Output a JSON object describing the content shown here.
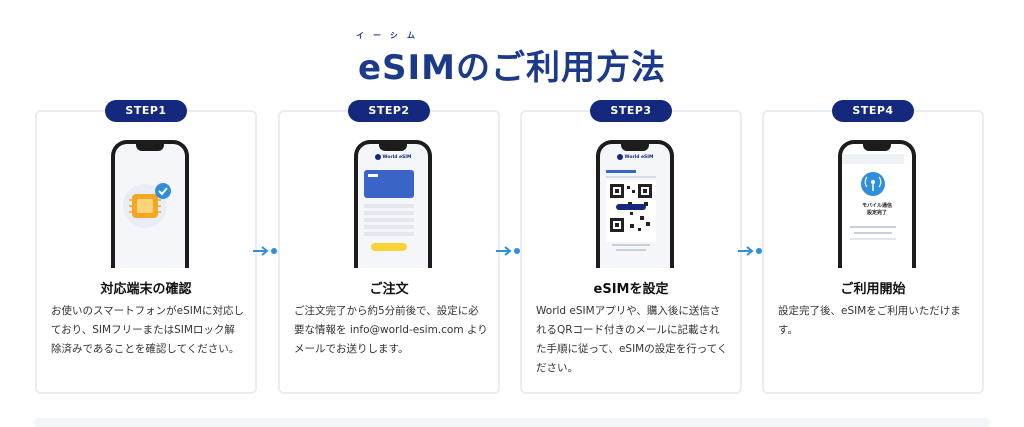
{
  "header": {
    "ruby": "イーシム",
    "title": "eSIMのご利用方法"
  },
  "colors": {
    "brand": "#14287e",
    "accent": "#2f8fdc",
    "title": "#1b3a8a",
    "chip": "#f5a623"
  },
  "steps": [
    {
      "badge": "STEP1",
      "title": "対応端末の確認",
      "desc": "お使いのスマートフォンがeSIMに対応しており、SIMフリーまたはSIMロック解除済みであることを確認してください。",
      "icon": "esim-chip-check-icon"
    },
    {
      "badge": "STEP2",
      "title": "ご注文",
      "desc": "ご注文完了から約5分前後で、設定に必要な情報を info@world-esim.com よりメールでお送りします。",
      "icon": "order-form-icon",
      "brand_label": "World eSIM"
    },
    {
      "badge": "STEP3",
      "title": "eSIMを設定",
      "desc": "World eSIMアプリや、購入後に送信されるQRコード付きのメールに記載された手順に従って、eSIMの設定を行ってください。",
      "icon": "qr-code-icon",
      "brand_label": "World eSIM"
    },
    {
      "badge": "STEP4",
      "title": "ご利用開始",
      "desc": "設定完了後、eSIMをご利用いただけます。",
      "icon": "antenna-icon",
      "screen_text_1": "モバイル通信",
      "screen_text_2": "設定完了"
    }
  ]
}
